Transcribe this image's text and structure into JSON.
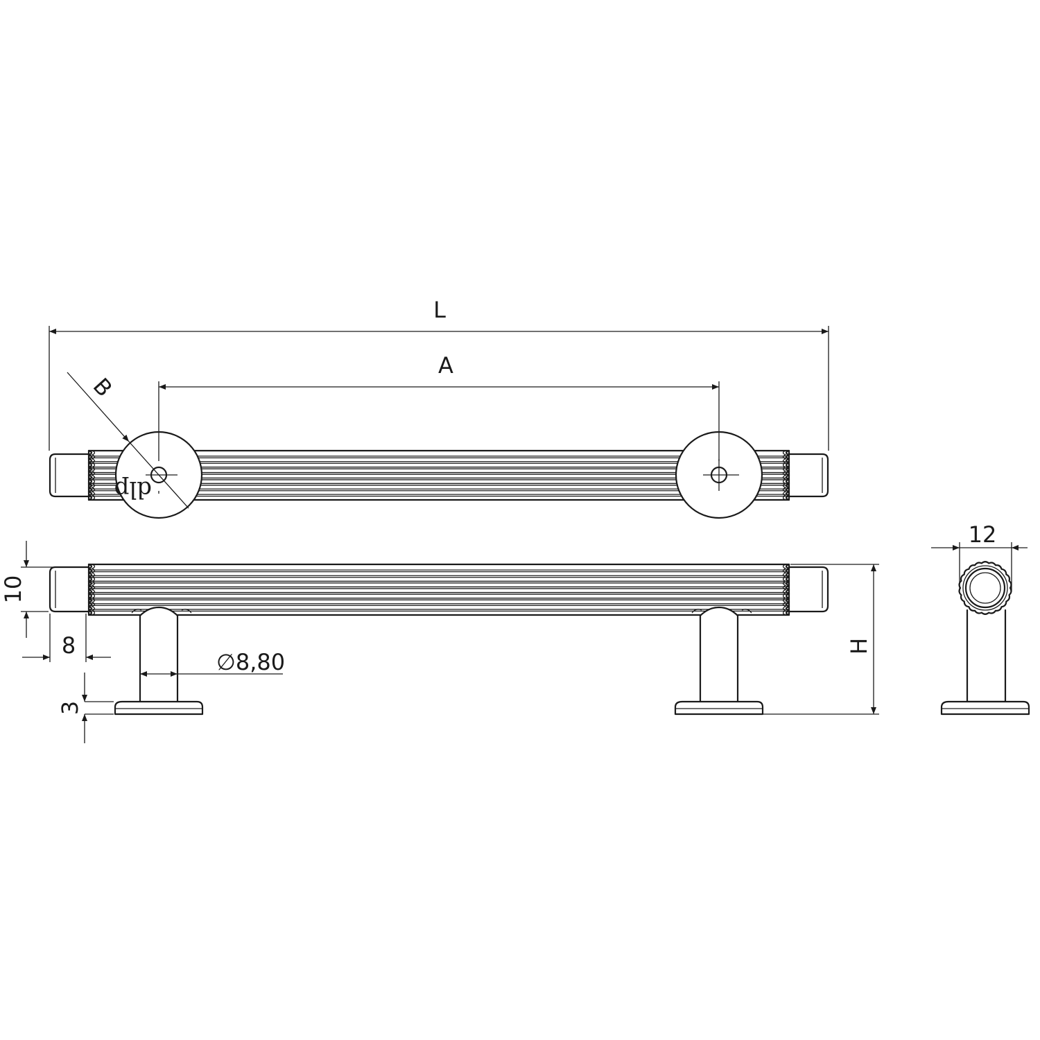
{
  "dimensions": {
    "length": "L",
    "center_distance": "A",
    "base_diameter": "B",
    "height": "H",
    "bar_thickness": "10",
    "end_cap_length": "8",
    "post_diameter": "∅8,80",
    "base_thickness": "3",
    "bar_width": "12"
  },
  "logo": "dlp",
  "colors": {
    "line": "#1a1a1a",
    "background": "#ffffff"
  }
}
